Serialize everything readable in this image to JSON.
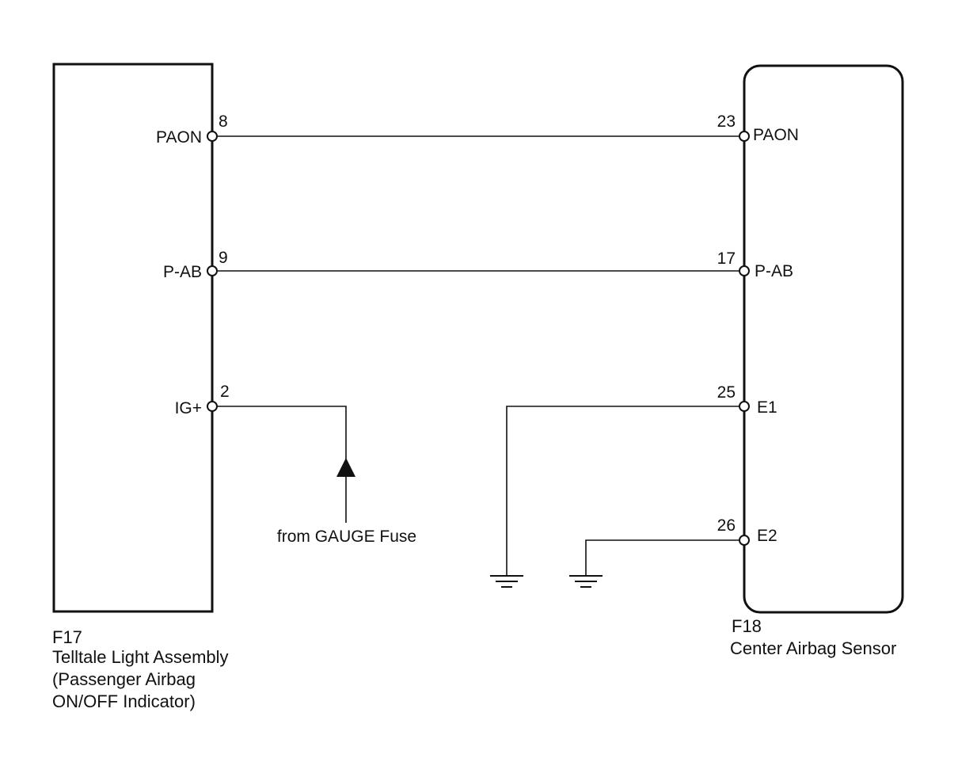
{
  "left_component": {
    "code": "F17",
    "name_lines": [
      "Telltale Light Assembly",
      "(Passenger Airbag",
      "ON/OFF Indicator)"
    ],
    "pins": [
      {
        "number": "8",
        "label": "PAON"
      },
      {
        "number": "9",
        "label": "P-AB"
      },
      {
        "number": "2",
        "label": "IG+"
      }
    ]
  },
  "right_component": {
    "code": "F18",
    "name_lines": [
      "Center Airbag Sensor"
    ],
    "pins": [
      {
        "number": "23",
        "label": "PAON"
      },
      {
        "number": "17",
        "label": "P-AB"
      },
      {
        "number": "25",
        "label": "E1"
      },
      {
        "number": "26",
        "label": "E2"
      }
    ]
  },
  "power_source": {
    "label": "from GAUGE Fuse",
    "icon": "arrow-up-icon"
  },
  "ground_icon": "ground-icon",
  "colors": {
    "line": "#111111",
    "background": "#ffffff"
  }
}
